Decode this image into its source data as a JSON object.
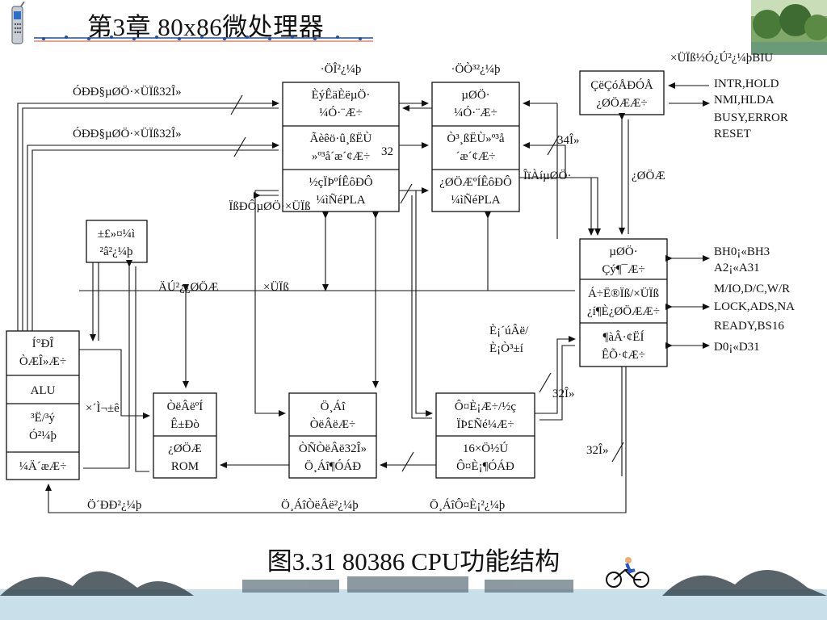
{
  "header": {
    "chapter_title": "第3章   80x86微处理器"
  },
  "caption": "图3.31  80386 CPU功能结构",
  "blocks": {
    "bus_unit": {
      "label": "·ÖÎ²¿¼þ",
      "lines": [
        "ÈýÊäÈëµÖ·",
        "¼Ó·¨Æ÷",
        "Ãèêö·û¸ßËÙ",
        "»º³å´æ´¢Æ÷",
        "½çÏÞºÍÊôÐÔ",
        "¼ìÑéPLA"
      ]
    },
    "paging_unit": {
      "label": "·ÖÒ³²¿¼þ",
      "lines": [
        "µØÖ·",
        "¼Ó·¨Æ÷",
        "Ò³¸ßËÙ»º³å",
        "´æ´¢Æ÷",
        "¿ØÖÆºÍÊôÐÔ",
        "¼ìÑéPLA"
      ]
    },
    "control_unit": {
      "lines": [
        "ÇëÇóÅÐÓÅ",
        "¿ØÖÆÆ÷"
      ]
    },
    "bus_control": {
      "lines": [
        "µØÖ·",
        "Çý¶¯Æ÷",
        "Á÷Ë®Ïß/×ÜÏß",
        "¿í¶È¿ØÖÆÆ÷",
        "¶àÂ·¢ËÍ",
        "ÊÕ·¢Æ÷"
      ]
    },
    "prefetch": {
      "lines": [
        "±£»¤¼ì",
        "²â²¿¼þ"
      ]
    },
    "exec_unit": {
      "lines": [
        "Í°ÐÎ",
        "ÒÆÎ»Æ÷",
        "ALU",
        "³Ë/³ý",
        "Ó²¼þ",
        "¼Ä´æÆ÷"
      ]
    },
    "decode_unit": {
      "lines": [
        "ÒëÂëºÍ",
        "Ê±Ðò",
        "¿ØÖÆ",
        "ROM"
      ]
    },
    "instr_decode": {
      "lines": [
        "Ö¸Áî",
        "ÒëÂëÆ÷",
        "ÒÑÒëÂë32Î»",
        "Ö¸Áî¶ÓÁÐ"
      ]
    },
    "prefetch_unit": {
      "lines": [
        "Ô¤È¡Æ÷/½ç",
        "ÏÞ£Ñé¼Æ÷",
        "16×Ö½Ú",
        "Ô¤È¡¶ÓÁÐ"
      ]
    }
  },
  "labels": {
    "addr_bus_1": "ÓÐÐ§µØÖ·×ÜÏß32Î»",
    "addr_bus_2": "ÓÐÐ§µØÖ·×ÜÏß32Î»",
    "bit32_a": "32",
    "bit34": "34Î»",
    "phys_addr": "ÎïÀíµØÖ·",
    "ctrl": "¿ØÖÆ",
    "internal_ctrl": "ÄÚ²¿¿ØÖÆ",
    "bus": "×ÜÏß",
    "linear_addr_v": "ÏßÐÔµØÖ·×ÜÏß",
    "prefetch_req": "È¡´úÂë/",
    "prefetch_req2": "È¡Ò³±í",
    "bit32_b": "32Î»",
    "bit32_c": "32Î»",
    "instr_v": "×´Ì¬±ê",
    "exec_unit_bottom": "Ö´ÐÐ²¿¼þ",
    "decode_bottom": "Ö¸ÁîÒëÂë²¿¼þ",
    "prefetch_bottom": "Ö¸ÁîÔ¤È¡²¿¼þ",
    "top_right_note": "×ÜÏß½Ó¿Ú²¿¼þBIU"
  },
  "signals": [
    {
      "text": "INTR,HOLD"
    },
    {
      "text": "NMI,HLDA"
    },
    {
      "text": "BUSY,ERROR"
    },
    {
      "text": "RESET"
    },
    {
      "text": "BH0¡«BH3"
    },
    {
      "text": "A2¡«A31"
    },
    {
      "text": "M/IO,D/C,W/R"
    },
    {
      "text": "LOCK,ADS,NA"
    },
    {
      "text": "READY,BS16"
    },
    {
      "text": "D0¡«D31"
    }
  ]
}
